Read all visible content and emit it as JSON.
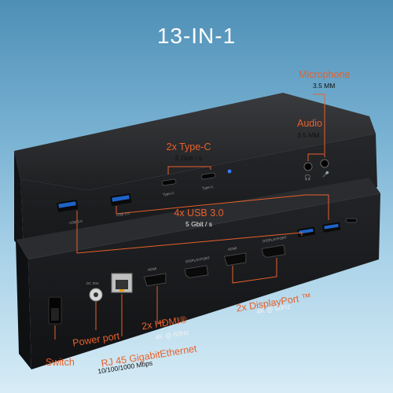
{
  "title": "13-IN-1",
  "labels": {
    "type_c": "2x Type-C",
    "type_c_speed": "5 Gbit / s",
    "usb3": "4x USB 3.0",
    "usb3_speed": "5 Gbit / s",
    "microphone": "Microphone",
    "microphone_spec": "3.5 MM",
    "audio": "Audio",
    "audio_spec": "3.5 MM",
    "displayport": "2x DisplayPort ™",
    "displayport_spec": "4K @ 60Hz",
    "hdmi": "2x HDMI®",
    "hdmi_spec": "4K @ 60Hz",
    "rj45": "RJ 45 GigabitEthernet",
    "rj45_spec": "10/100/1000 Mbps",
    "power_port": "Power port",
    "switch": "Switch"
  },
  "port_marks": {
    "usb_a": "USB 3.0",
    "usb_c": "Type-C",
    "hdmi": "HDMI",
    "dp": "DISPLAYPORT",
    "dc": "DC 20V"
  },
  "colors": {
    "accent": "#e8602c",
    "device_body": "#1b1c1e",
    "usb_blue": "#1e63c8",
    "led_blue": "#3a7bff"
  }
}
